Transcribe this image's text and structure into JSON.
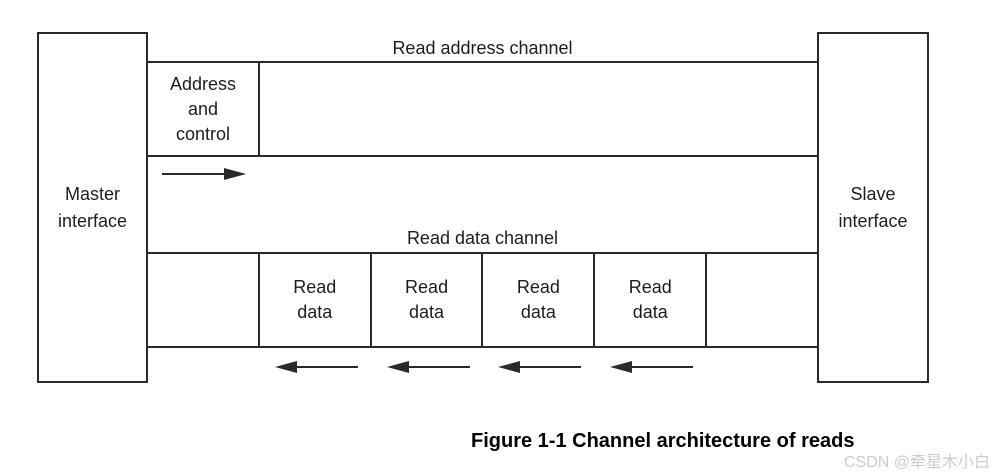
{
  "diagram": {
    "master_label": "Master\ninterface",
    "slave_label": "Slave\ninterface",
    "read_address_channel": {
      "title": "Read address channel",
      "payload_label": "Address\nand\ncontrol",
      "direction": "right"
    },
    "read_data_channel": {
      "title": "Read data channel",
      "cells": [
        "Read\ndata",
        "Read\ndata",
        "Read\ndata",
        "Read\ndata"
      ],
      "direction": "left"
    }
  },
  "caption": "Figure 1-1 Channel architecture of reads",
  "watermark": "CSDN @牵星木小白",
  "colors": {
    "line": "#2a2a2a",
    "text": "#1d1d1f",
    "caption": "#000000",
    "watermark": "#c8ccd4",
    "background": "#ffffff"
  }
}
